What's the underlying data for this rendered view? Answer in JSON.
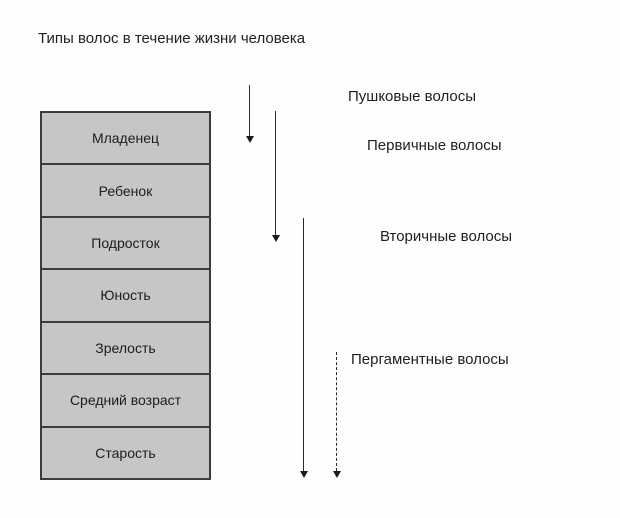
{
  "title": "Типы волос в течение жизни человека",
  "stack": {
    "items": [
      {
        "label": "Младенец"
      },
      {
        "label": "Ребенок"
      },
      {
        "label": "Подросток"
      },
      {
        "label": "Юность"
      },
      {
        "label": "Зрелость"
      },
      {
        "label": "Средний возраст"
      },
      {
        "label": "Старость"
      }
    ]
  },
  "hair_types": [
    {
      "label": "Пушковые волосы",
      "arrow_style": "solid"
    },
    {
      "label": "Первичные волосы",
      "arrow_style": "solid"
    },
    {
      "label": "Вторичные волосы",
      "arrow_style": "solid"
    },
    {
      "label": "Пергаментные волосы",
      "arrow_style": "dashed"
    }
  ],
  "colors": {
    "box_fill": "#c6c6c6",
    "box_border": "#3c3c3c",
    "arrow": "#2b2b2b",
    "text": "#1f1f1f",
    "background": "#fefefe"
  }
}
